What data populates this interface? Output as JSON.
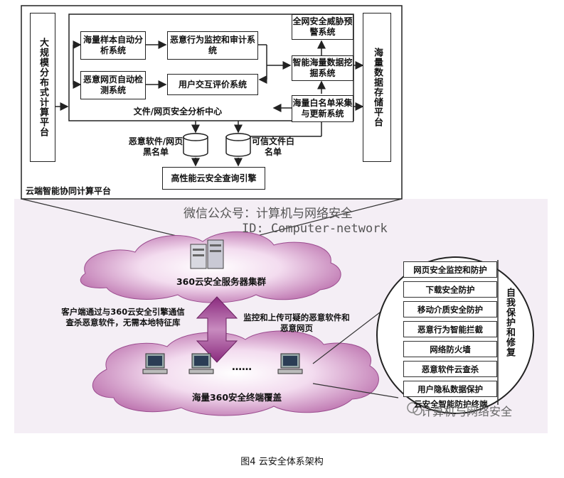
{
  "platform": {
    "title": "云端智能协同计算平台",
    "left_column": "大规模分布式计算平台",
    "right_column": "海量数据存储平台"
  },
  "analysis_center": {
    "title": "文件/网页安全分析中心",
    "sample_analysis": "海量样本自动分析系统",
    "behavior_monitor": "恶意行为监控和审计系统",
    "web_detection": "恶意网页自动检测系统",
    "user_evaluation": "用户交互评价系统"
  },
  "right_systems": {
    "threat_warning": "全网安全威胁预警系统",
    "data_mining": "智能海量数据挖掘系统",
    "whitelist": "海量白名单采集与更新系统"
  },
  "databases": {
    "blacklist": "恶意软件/网页黑名单",
    "whitelist": "可信文件白名单"
  },
  "query_engine": "高性能云安全查询引擎",
  "clouds": {
    "server_cluster": "360云安全服务器集群",
    "terminals": "海量360安全终端覆盖",
    "dots": "……"
  },
  "arrow_labels": {
    "left": "客户端通过与360云安全引擎通信查杀恶意软件，无需本地特征库",
    "right": "监控和上传可疑的恶意软件和恶意网页"
  },
  "protection": {
    "items": [
      "网页安全监控和防护",
      "下载安全防护",
      "移动介质安全防护",
      "恶意行为智能拦截",
      "网络防火墙",
      "恶意软件云查杀",
      "用户隐私数据保护"
    ],
    "side_label": "自我保护和修复",
    "bottom_label": "云安全智能防护终端"
  },
  "watermarks": {
    "wechat": "微信公众号：计算机与网络安全",
    "id": "ID: Computer-network",
    "corner": "计算机与网络安全"
  },
  "caption": "图4  云安全体系架构"
}
